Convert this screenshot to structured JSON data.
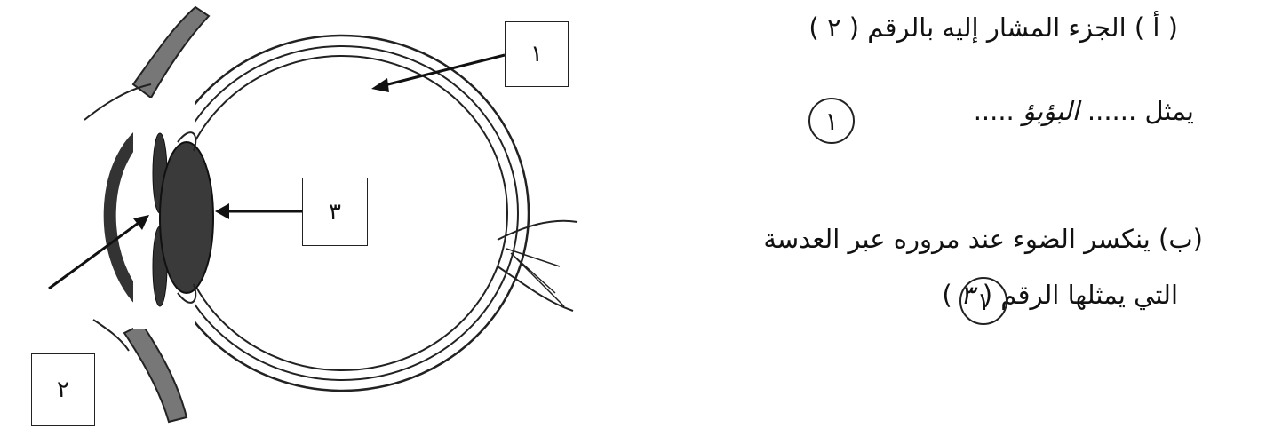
{
  "labels": {
    "one": "١",
    "two": "٢",
    "three": "٣"
  },
  "question_a": {
    "prompt": "( أ ) الجزء المشار إليه بالرقم ( ٢ )",
    "answer_prefix": "يمثل",
    "answer_handwritten": "البؤبؤ",
    "score": "١"
  },
  "question_b": {
    "line1": "(ب) ينكسر الضوء عند مروره عبر العدسة",
    "line2_text": "التي يمثلها الرقم",
    "line2_answer": "٣",
    "score": "١"
  }
}
